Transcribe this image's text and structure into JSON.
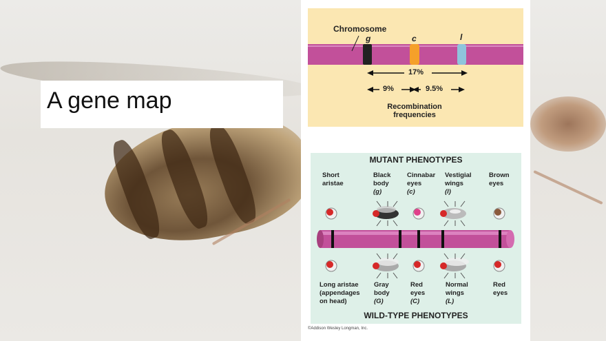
{
  "slide": {
    "title": "A gene map"
  },
  "gene_map": {
    "chromosome_label": "Chromosome",
    "genes": [
      "g",
      "c",
      "l"
    ],
    "total_distance": "17%",
    "distance_g_c": "9%",
    "distance_c_l": "9.5%",
    "caption_line1": "Recombination",
    "caption_line2": "frequencies"
  },
  "phenotypes": {
    "mutant_title": "MUTANT PHENOTYPES",
    "wild_title": "WILD-TYPE PHENOTYPES",
    "mutant": [
      {
        "l1": "Short",
        "l2": "aristae",
        "l3": ""
      },
      {
        "l1": "Black",
        "l2": "body",
        "l3": "(g)"
      },
      {
        "l1": "Cinnabar",
        "l2": "eyes",
        "l3": "(c)"
      },
      {
        "l1": "Vestigial",
        "l2": "wings",
        "l3": "(l)"
      },
      {
        "l1": "Brown",
        "l2": "eyes",
        "l3": ""
      }
    ],
    "wild": [
      {
        "l1": "Long aristae",
        "l2": "(appendages",
        "l3": "on head)"
      },
      {
        "l1": "Gray",
        "l2": "body",
        "l3": "(G)"
      },
      {
        "l1": "Red",
        "l2": "eyes",
        "l3": "(C)"
      },
      {
        "l1": "Normal",
        "l2": "wings",
        "l3": "(L)"
      },
      {
        "l1": "Red",
        "l2": "eyes",
        "l3": ""
      }
    ]
  },
  "copyright": "©Addison Wesley Longman, Inc.",
  "colors": {
    "chromosome": "#c2509a",
    "gene_g": "#222222",
    "gene_c": "#f5a02a",
    "gene_l": "#8fc4dc",
    "top_panel": "#fbe7b2",
    "bottom_panel": "#def0e8"
  }
}
